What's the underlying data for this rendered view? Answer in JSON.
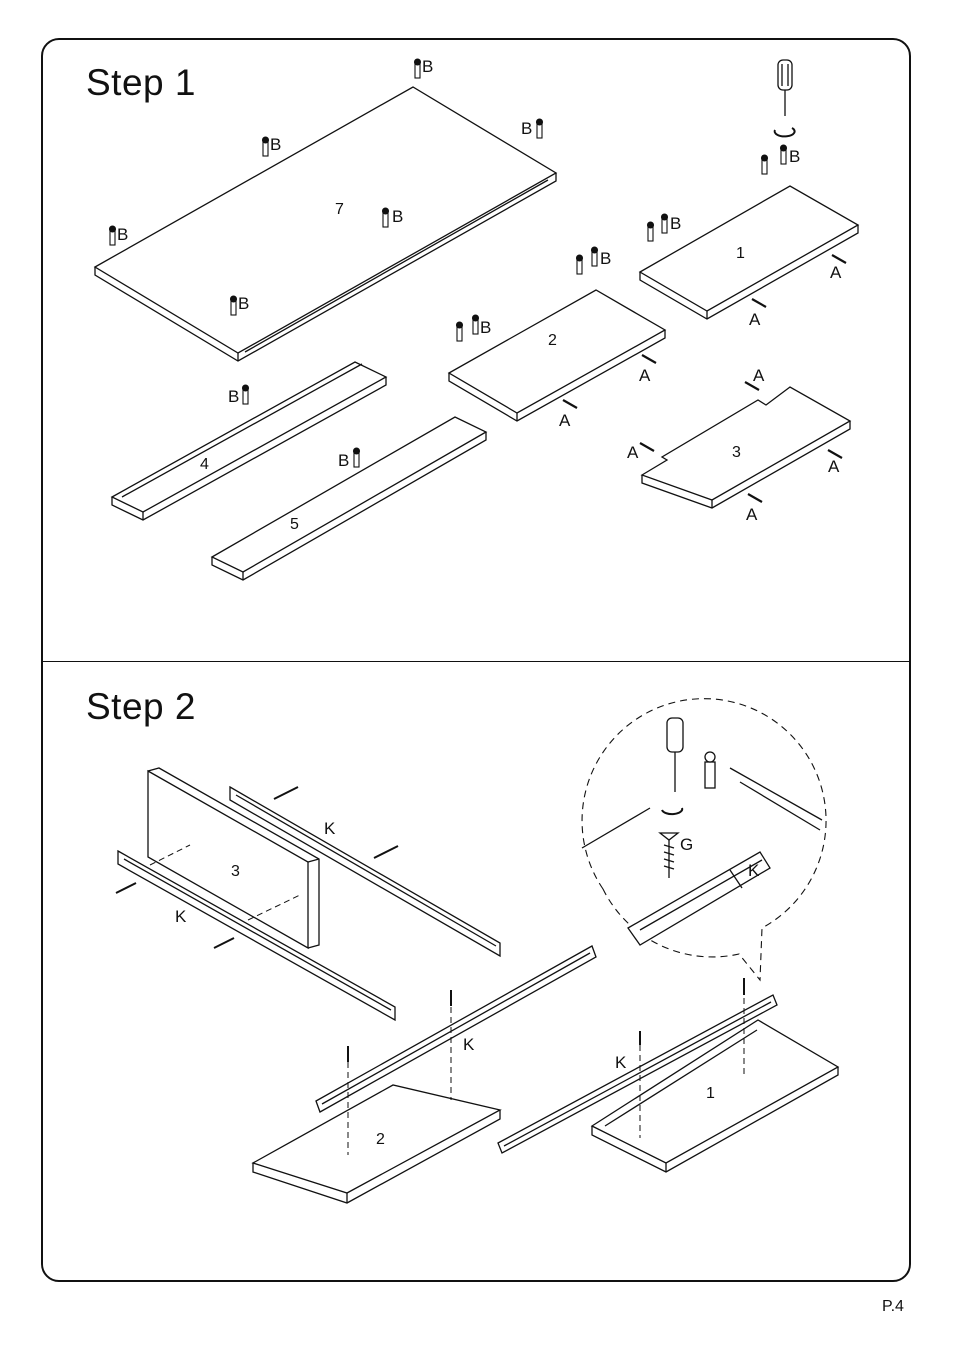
{
  "page_number": "P.4",
  "steps": [
    {
      "title": "Step 1",
      "panel_numbers": [
        "7",
        "1",
        "2",
        "4",
        "5",
        "3"
      ],
      "hardware_labels": [
        "A",
        "B"
      ]
    },
    {
      "title": "Step 2",
      "panel_numbers": [
        "3",
        "2",
        "1"
      ],
      "hardware_labels": [
        "K",
        "G"
      ]
    }
  ],
  "icons": [
    "screwdriver-icon",
    "rotate-clockwise-icon",
    "cam-bolt-icon",
    "dowel-icon",
    "screw-icon",
    "drawer-slide-icon"
  ]
}
